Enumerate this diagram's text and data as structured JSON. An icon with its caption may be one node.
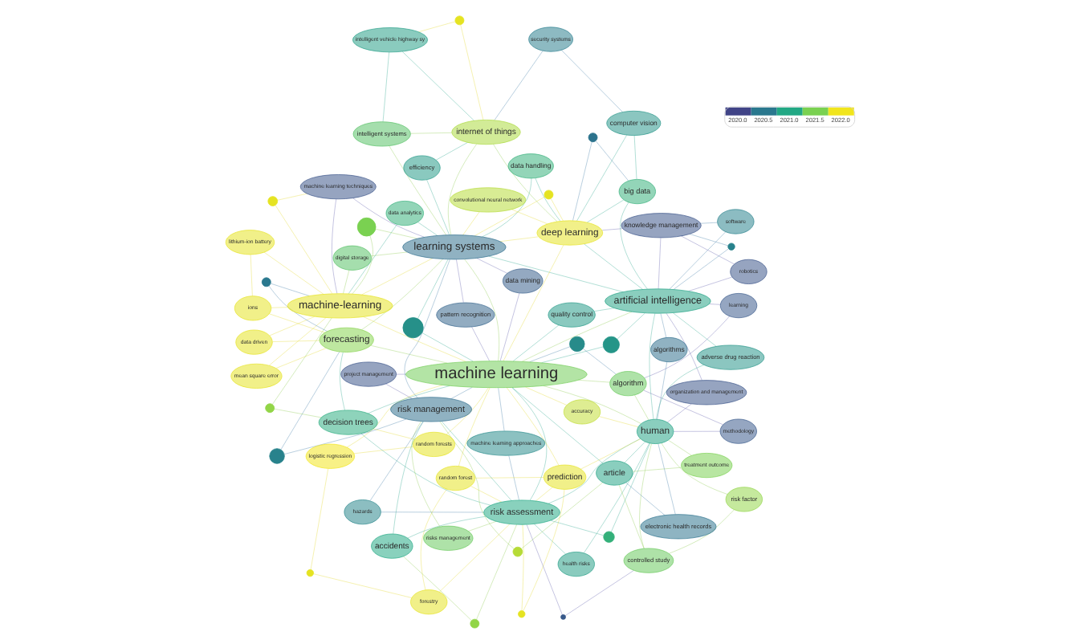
{
  "diagram": {
    "nodes": [
      {
        "text": [
          "logistic regression"
        ]
      },
      {
        "text": [
          "random forests"
        ]
      },
      {
        "text": [
          "machine learning approaches"
        ]
      },
      {
        "text": [
          "forestry"
        ]
      },
      {
        "text": [
          "random forest"
        ]
      },
      {
        "text": [
          "data driven"
        ]
      },
      {
        "text": [
          "decision trees"
        ]
      },
      {
        "text": [
          "risks management"
        ]
      },
      {
        "text": [
          "risk assessment"
        ]
      },
      {
        "text": [
          "mean square error"
        ]
      },
      {
        "text": [
          "accidents"
        ]
      },
      {
        "text": [
          "prediction"
        ]
      },
      {
        "text": [
          "risk factor"
        ]
      },
      {
        "text": [
          "lithium-ion battery"
        ]
      },
      {
        "text": [
          "hazards"
        ]
      },
      {
        "text": [
          "health risks"
        ]
      },
      {
        "text": [
          "controlled study"
        ]
      },
      {
        "text": [
          "ions"
        ]
      },
      {
        "text": [
          "forecasting"
        ]
      },
      {
        "text": [
          "machine learning techniques"
        ]
      },
      {
        "text": [
          "project management"
        ]
      },
      {
        "text": [
          "risk management"
        ]
      },
      {
        "text": [
          "article"
        ]
      },
      {
        "text": [
          "treatment outcome"
        ]
      },
      {
        "text": [
          "machine-learning"
        ]
      },
      {
        "text": [
          "machine learning"
        ]
      },
      {
        "text": [
          "human"
        ]
      },
      {
        "text": [
          "accuracy"
        ]
      },
      {
        "text": [
          "learning systems"
        ]
      },
      {
        "text": [
          "data mining"
        ]
      },
      {
        "text": [
          "algorithm"
        ]
      },
      {
        "text": [
          "electronic health records"
        ]
      },
      {
        "text": [
          "digital storage"
        ]
      },
      {
        "text": [
          "methodology"
        ]
      },
      {
        "text": [
          "data analytics"
        ]
      },
      {
        "text": [
          "pattern recognition"
        ]
      },
      {
        "text": [
          "quality control"
        ]
      },
      {
        "text": [
          "learning"
        ]
      },
      {
        "text": [
          "algorithms"
        ]
      },
      {
        "text": [
          "convolutional neural network"
        ]
      },
      {
        "text": [
          "intelligent systems"
        ]
      },
      {
        "text": [
          "artificial intelligence"
        ]
      },
      {
        "text": [
          "organization and management"
        ]
      },
      {
        "text": [
          "data handling"
        ]
      },
      {
        "text": [
          "efficiency"
        ]
      },
      {
        "text": [
          "intelligent vehicle highway sy"
        ]
      },
      {
        "text": [
          "knowledge management"
        ]
      },
      {
        "text": [
          "adverse drug reaction"
        ]
      },
      {
        "text": [
          "deep learning"
        ]
      },
      {
        "text": [
          "internet of things"
        ]
      },
      {
        "text": [
          "software"
        ]
      },
      {
        "text": [
          "big data"
        ]
      },
      {
        "text": [
          "robotics"
        ]
      },
      {
        "text": [
          "computer vision"
        ]
      },
      {
        "text": [
          "security systems"
        ]
      },
      {
        "text": [],
        "shape": "circle"
      },
      {
        "text": [],
        "shape": "circle"
      },
      {
        "text": [],
        "shape": "circle"
      },
      {
        "text": [],
        "shape": "circle"
      },
      {
        "text": [],
        "shape": "circle"
      },
      {
        "text": [],
        "shape": "circle"
      },
      {
        "text": [],
        "shape": "circle"
      },
      {
        "text": [],
        "shape": "circle"
      },
      {
        "text": [],
        "shape": "circle"
      },
      {
        "text": [],
        "shape": "circle"
      },
      {
        "text": [],
        "shape": "circle"
      },
      {
        "text": [],
        "shape": "circle"
      },
      {
        "text": [],
        "shape": "circle"
      },
      {
        "text": [],
        "shape": "circle"
      },
      {
        "text": [],
        "shape": "circle"
      },
      {
        "text": [],
        "shape": "circle"
      },
      {
        "text": [],
        "shape": "circle"
      },
      {
        "text": [],
        "shape": "circle"
      }
    ],
    "edges": [
      {
        "from": 0,
        "to": 1,
        "arrow": "none",
        "color": "#e6dc3c"
      },
      {
        "from": 0,
        "to": 25,
        "arrow": "none",
        "color": "#e6dc3c"
      },
      {
        "from": 1,
        "to": 25,
        "arrow": "none",
        "color": "#e6dc3c"
      },
      {
        "from": 1,
        "to": 6,
        "arrow": "none",
        "color": "#e6dc3c"
      },
      {
        "from": 2,
        "to": 25,
        "arrow": "none",
        "color": "#4f88ae"
      },
      {
        "from": 2,
        "to": 8,
        "arrow": "none",
        "color": "#4f88ae"
      },
      {
        "from": 3,
        "to": 8,
        "arrow": "none",
        "color": "#e6dc3c"
      },
      {
        "from": 3,
        "to": 4,
        "arrow": "none",
        "color": "#e6dc3c"
      },
      {
        "from": 4,
        "to": 8,
        "arrow": "none",
        "color": "#e6dc3c"
      },
      {
        "from": 4,
        "to": 11,
        "arrow": "none",
        "color": "#e6dc3c"
      },
      {
        "from": 4,
        "to": 25,
        "arrow": "none",
        "color": "#e6dc3c"
      },
      {
        "from": 5,
        "to": 24,
        "arrow": "none",
        "color": "#e6dc3c"
      },
      {
        "from": 5,
        "to": 18,
        "arrow": "none",
        "color": "#e6dc3c"
      },
      {
        "from": 6,
        "to": 25,
        "arrow": "none",
        "color": "#3fae98"
      },
      {
        "from": 6,
        "to": 18,
        "arrow": "none",
        "color": "#3fae98"
      },
      {
        "from": 6,
        "to": 8,
        "arrow": "none",
        "color": "#3fae98"
      },
      {
        "from": 7,
        "to": 21,
        "arrow": "none",
        "color": "#96d05c"
      },
      {
        "from": 7,
        "to": 8,
        "arrow": "none",
        "color": "#96d05c"
      },
      {
        "from": 8,
        "to": 25,
        "arrow": "none",
        "color": "#3fae98"
      },
      {
        "from": 8,
        "to": 21,
        "arrow": "none",
        "color": "#3fae98"
      },
      {
        "from": 8,
        "to": 26,
        "arrow": "none",
        "color": "#3fae98"
      },
      {
        "from": 9,
        "to": 24,
        "arrow": "none",
        "color": "#e6dc3c"
      },
      {
        "from": 9,
        "to": 18,
        "arrow": "none",
        "color": "#e6dc3c"
      },
      {
        "from": 10,
        "to": 8,
        "arrow": "none",
        "color": "#3fae98"
      },
      {
        "from": 10,
        "to": 21,
        "arrow": "none",
        "color": "#3fae98"
      },
      {
        "from": 11,
        "to": 25,
        "arrow": "none",
        "color": "#e6dc3c"
      },
      {
        "from": 11,
        "to": 8,
        "arrow": "none",
        "color": "#e6dc3c"
      },
      {
        "from": 11,
        "to": 26,
        "arrow": "none",
        "color": "#e6dc3c"
      },
      {
        "from": 12,
        "to": 26,
        "arrow": "none",
        "color": "#96d05c"
      },
      {
        "from": 12,
        "to": 16,
        "arrow": "none",
        "color": "#96d05c"
      },
      {
        "from": 13,
        "to": 24,
        "arrow": "none",
        "color": "#e6dc3c"
      },
      {
        "from": 13,
        "to": 17,
        "arrow": "none",
        "color": "#e6dc3c"
      },
      {
        "from": 14,
        "to": 8,
        "arrow": "none",
        "color": "#4f88ae"
      },
      {
        "from": 14,
        "to": 21,
        "arrow": "none",
        "color": "#4f88ae"
      },
      {
        "from": 15,
        "to": 8,
        "arrow": "none",
        "color": "#3fae98"
      },
      {
        "from": 15,
        "to": 26,
        "arrow": "none",
        "color": "#3fae98"
      },
      {
        "from": 16,
        "to": 26,
        "arrow": "none",
        "color": "#96d05c"
      },
      {
        "from": 16,
        "to": 22,
        "arrow": "none",
        "color": "#96d05c"
      },
      {
        "from": 17,
        "to": 24,
        "arrow": "none",
        "color": "#e6dc3c"
      },
      {
        "from": 17,
        "to": 18,
        "arrow": "none",
        "color": "#e6dc3c"
      },
      {
        "from": 18,
        "to": 25,
        "arrow": "none",
        "color": "#96d05c"
      },
      {
        "from": 18,
        "to": 28,
        "arrow": "none",
        "color": "#96d05c"
      },
      {
        "from": 19,
        "to": 24,
        "arrow": "none",
        "color": "#6f6cb4"
      },
      {
        "from": 19,
        "to": 28,
        "arrow": "none",
        "color": "#6f6cb4"
      },
      {
        "from": 20,
        "to": 21,
        "arrow": "none",
        "color": "#6f6cb4"
      },
      {
        "from": 20,
        "to": 25,
        "arrow": "none",
        "color": "#6f6cb4"
      },
      {
        "from": 21,
        "to": 25,
        "arrow": "none",
        "color": "#4f88ae"
      },
      {
        "from": 21,
        "to": 28,
        "arrow": "none",
        "color": "#4f88ae"
      },
      {
        "from": 22,
        "to": 26,
        "arrow": "none",
        "color": "#3fae98"
      },
      {
        "from": 22,
        "to": 25,
        "arrow": "none",
        "color": "#3fae98"
      },
      {
        "from": 23,
        "to": 26,
        "arrow": "none",
        "color": "#96d05c"
      },
      {
        "from": 23,
        "to": 22,
        "arrow": "none",
        "color": "#96d05c"
      },
      {
        "from": 24,
        "to": 25,
        "arrow": "none",
        "color": "#e6dc3c"
      },
      {
        "from": 24,
        "to": 28,
        "arrow": "none",
        "color": "#e6dc3c"
      },
      {
        "from": 25,
        "to": 28,
        "arrow": "none",
        "color": "#96d05c"
      },
      {
        "from": 25,
        "to": 26,
        "arrow": "none",
        "color": "#96d05c"
      },
      {
        "from": 25,
        "to": 41,
        "arrow": "none",
        "color": "#96d05c"
      },
      {
        "from": 26,
        "to": 41,
        "arrow": "none",
        "color": "#3fae98"
      },
      {
        "from": 27,
        "to": 25,
        "arrow": "none",
        "color": "#e6dc3c"
      },
      {
        "from": 27,
        "to": 26,
        "arrow": "none",
        "color": "#e6dc3c"
      },
      {
        "from": 29,
        "to": 25,
        "arrow": "none",
        "color": "#6f6cb4"
      },
      {
        "from": 29,
        "to": 28,
        "arrow": "none",
        "color": "#6f6cb4"
      },
      {
        "from": 30,
        "to": 25,
        "arrow": "none",
        "color": "#96d05c"
      },
      {
        "from": 30,
        "to": 26,
        "arrow": "none",
        "color": "#96d05c"
      },
      {
        "from": 31,
        "to": 26,
        "arrow": "none",
        "color": "#4f88ae"
      },
      {
        "from": 31,
        "to": 22,
        "arrow": "none",
        "color": "#4f88ae"
      },
      {
        "from": 32,
        "to": 28,
        "arrow": "none",
        "color": "#96d05c"
      },
      {
        "from": 32,
        "to": 24,
        "arrow": "none",
        "color": "#96d05c"
      },
      {
        "from": 33,
        "to": 26,
        "arrow": "none",
        "color": "#6f6cb4"
      },
      {
        "from": 33,
        "to": 30,
        "arrow": "none",
        "color": "#6f6cb4"
      },
      {
        "from": 34,
        "to": 28,
        "arrow": "none",
        "color": "#3fae98"
      },
      {
        "from": 34,
        "to": 24,
        "arrow": "none",
        "color": "#3fae98"
      },
      {
        "from": 35,
        "to": 28,
        "arrow": "none",
        "color": "#6f6cb4"
      },
      {
        "from": 35,
        "to": 25,
        "arrow": "none",
        "color": "#6f6cb4"
      },
      {
        "from": 36,
        "to": 25,
        "arrow": "none",
        "color": "#3fae98"
      },
      {
        "from": 36,
        "to": 41,
        "arrow": "none",
        "color": "#3fae98"
      },
      {
        "from": 37,
        "to": 41,
        "arrow": "none",
        "color": "#6f6cb4"
      },
      {
        "from": 37,
        "to": 30,
        "arrow": "none",
        "color": "#6f6cb4"
      },
      {
        "from": 38,
        "to": 26,
        "arrow": "none",
        "color": "#4f88ae"
      },
      {
        "from": 38,
        "to": 41,
        "arrow": "none",
        "color": "#4f88ae"
      },
      {
        "from": 39,
        "to": 48,
        "arrow": "none",
        "color": "#e6dc3c"
      },
      {
        "from": 39,
        "to": 28,
        "arrow": "none",
        "color": "#e6dc3c"
      },
      {
        "from": 40,
        "to": 28,
        "arrow": "none",
        "color": "#96d05c"
      },
      {
        "from": 40,
        "to": 49,
        "arrow": "none",
        "color": "#96d05c"
      },
      {
        "from": 41,
        "to": 48,
        "arrow": "none",
        "color": "#3fae98"
      },
      {
        "from": 41,
        "to": 28,
        "arrow": "none",
        "color": "#3fae98"
      },
      {
        "from": 42,
        "to": 41,
        "arrow": "none",
        "color": "#6f6cb4"
      },
      {
        "from": 42,
        "to": 26,
        "arrow": "none",
        "color": "#6f6cb4"
      },
      {
        "from": 43,
        "to": 28,
        "arrow": "none",
        "color": "#3fae98"
      },
      {
        "from": 43,
        "to": 48,
        "arrow": "none",
        "color": "#3fae98"
      },
      {
        "from": 44,
        "to": 49,
        "arrow": "none",
        "color": "#3fae98"
      },
      {
        "from": 44,
        "to": 28,
        "arrow": "none",
        "color": "#3fae98"
      },
      {
        "from": 45,
        "to": 49,
        "arrow": "none",
        "color": "#3fae98"
      },
      {
        "from": 45,
        "to": 40,
        "arrow": "none",
        "color": "#3fae98"
      },
      {
        "from": 46,
        "to": 41,
        "arrow": "none",
        "color": "#6f6cb4"
      },
      {
        "from": 46,
        "to": 48,
        "arrow": "none",
        "color": "#6f6cb4"
      },
      {
        "from": 47,
        "to": 26,
        "arrow": "none",
        "color": "#3fae98"
      },
      {
        "from": 47,
        "to": 41,
        "arrow": "none",
        "color": "#3fae98"
      },
      {
        "from": 48,
        "to": 28,
        "arrow": "none",
        "color": "#e6dc3c"
      },
      {
        "from": 48,
        "to": 25,
        "arrow": "none",
        "color": "#e6dc3c"
      },
      {
        "from": 49,
        "to": 48,
        "arrow": "none",
        "color": "#96d05c"
      },
      {
        "from": 49,
        "to": 28,
        "arrow": "none",
        "color": "#96d05c"
      },
      {
        "from": 50,
        "to": 41,
        "arrow": "none",
        "color": "#4f88ae"
      },
      {
        "from": 50,
        "to": 46,
        "arrow": "none",
        "color": "#4f88ae"
      },
      {
        "from": 51,
        "to": 48,
        "arrow": "none",
        "color": "#3fae98"
      },
      {
        "from": 51,
        "to": 41,
        "arrow": "none",
        "color": "#3fae98"
      },
      {
        "from": 52,
        "to": 41,
        "arrow": "none",
        "color": "#6f6cb4"
      },
      {
        "from": 52,
        "to": 46,
        "arrow": "none",
        "color": "#6f6cb4"
      },
      {
        "from": 53,
        "to": 48,
        "arrow": "none",
        "color": "#3fae98"
      },
      {
        "from": 53,
        "to": 51,
        "arrow": "none",
        "color": "#3fae98"
      },
      {
        "from": 54,
        "to": 49,
        "arrow": "none",
        "color": "#4f88ae"
      },
      {
        "from": 54,
        "to": 53,
        "arrow": "none",
        "color": "#4f88ae"
      },
      {
        "from": 55,
        "to": 0,
        "arrow": "none",
        "color": "#e6dc3c"
      },
      {
        "from": 55,
        "to": 3,
        "arrow": "none",
        "color": "#e6dc3c"
      },
      {
        "from": 56,
        "to": 25,
        "arrow": "none",
        "color": "#3fae98"
      },
      {
        "from": 56,
        "to": 28,
        "arrow": "none",
        "color": "#3fae98"
      },
      {
        "from": 57,
        "to": 24,
        "arrow": "none",
        "color": "#96d05c"
      },
      {
        "from": 57,
        "to": 28,
        "arrow": "none",
        "color": "#96d05c"
      },
      {
        "from": 58,
        "to": 25,
        "arrow": "none",
        "color": "#3fae98"
      },
      {
        "from": 58,
        "to": 41,
        "arrow": "none",
        "color": "#3fae98"
      },
      {
        "from": 59,
        "to": 25,
        "arrow": "none",
        "color": "#4f88ae"
      },
      {
        "from": 59,
        "to": 30,
        "arrow": "none",
        "color": "#4f88ae"
      },
      {
        "from": 60,
        "to": 18,
        "arrow": "none",
        "color": "#4f88ae"
      },
      {
        "from": 60,
        "to": 21,
        "arrow": "none",
        "color": "#4f88ae"
      },
      {
        "from": 61,
        "to": 6,
        "arrow": "none",
        "color": "#96d05c"
      },
      {
        "from": 61,
        "to": 24,
        "arrow": "none",
        "color": "#96d05c"
      },
      {
        "from": 62,
        "to": 10,
        "arrow": "none",
        "color": "#96d05c"
      },
      {
        "from": 62,
        "to": 8,
        "arrow": "none",
        "color": "#96d05c"
      },
      {
        "from": 63,
        "to": 11,
        "arrow": "none",
        "color": "#e6dc3c"
      },
      {
        "from": 63,
        "to": 8,
        "arrow": "none",
        "color": "#e6dc3c"
      },
      {
        "from": 64,
        "to": 8,
        "arrow": "none",
        "color": "#3fae98"
      },
      {
        "from": 64,
        "to": 26,
        "arrow": "none",
        "color": "#3fae98"
      },
      {
        "from": 65,
        "to": 21,
        "arrow": "none",
        "color": "#96d05c"
      },
      {
        "from": 65,
        "to": 22,
        "arrow": "none",
        "color": "#96d05c"
      },
      {
        "from": 66,
        "to": 18,
        "arrow": "none",
        "color": "#4f88ae"
      },
      {
        "from": 66,
        "to": 24,
        "arrow": "none",
        "color": "#4f88ae"
      },
      {
        "from": 67,
        "to": 24,
        "arrow": "none",
        "color": "#e6dc3c"
      },
      {
        "from": 67,
        "to": 19,
        "arrow": "none",
        "color": "#e6dc3c"
      },
      {
        "from": 68,
        "to": 28,
        "arrow": "none",
        "color": "#e6dc3c"
      },
      {
        "from": 68,
        "to": 48,
        "arrow": "none",
        "color": "#e6dc3c"
      },
      {
        "from": 69,
        "to": 48,
        "arrow": "none",
        "color": "#4f88ae"
      },
      {
        "from": 69,
        "to": 51,
        "arrow": "none",
        "color": "#4f88ae"
      },
      {
        "from": 70,
        "to": 16,
        "arrow": "none",
        "color": "#6f6cb4"
      },
      {
        "from": 70,
        "to": 8,
        "arrow": "none",
        "color": "#6f6cb4"
      },
      {
        "from": 71,
        "to": 41,
        "arrow": "none",
        "color": "#4f88ae"
      },
      {
        "from": 71,
        "to": 46,
        "arrow": "none",
        "color": "#4f88ae"
      },
      {
        "from": 72,
        "to": 49,
        "arrow": "none",
        "color": "#e6dc3c"
      },
      {
        "from": 72,
        "to": 45,
        "arrow": "none",
        "color": "#e6dc3c"
      }
    ],
    "legend": [
      {
        "text": "2020.0",
        "color": "#414487"
      },
      {
        "text": "2020.5",
        "color": "#2a788e"
      },
      {
        "text": "2021.0",
        "color": "#22a884"
      },
      {
        "text": "2021.5",
        "color": "#7ad151"
      },
      {
        "text": "2022.0",
        "color": "#f1e51d"
      }
    ]
  }
}
